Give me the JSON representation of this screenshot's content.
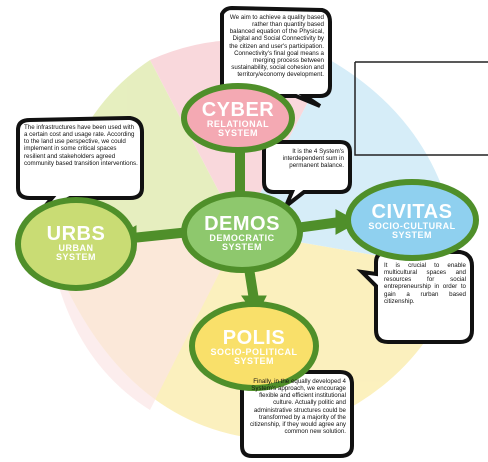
{
  "nodes": {
    "cyber": {
      "title": "CYBER",
      "subtitle1": "RELATIONAL",
      "subtitle2": "SYSTEM"
    },
    "urbs": {
      "title": "URBS",
      "subtitle1": "URBAN",
      "subtitle2": "SYSTEM"
    },
    "demos": {
      "title": "DEMOS",
      "subtitle1": "DEMOCRATIC",
      "subtitle2": "SYSTEM"
    },
    "civitas": {
      "title": "CIVITAS",
      "subtitle1": "SOCIO-CULTURAL",
      "subtitle2": "SYSTEM"
    },
    "polis": {
      "title": "POLIS",
      "subtitle1": "SOCIO-POLITICAL",
      "subtitle2": "SYSTEM"
    }
  },
  "bubbles": {
    "top": "We aim to achieve a quality based rather than quantity based balanced equation of the Physical, Digital and Social Connectivity by the citizen and user's participation. Connectivity's final goal means a merging process between sustainability, social cohesion and territory/economy development.",
    "left": "The infrastructures have been used with a certain cost and usage rate. According to the land use perspective, we could implement in some critical spaces resilient and stakeholders agreed community based transition interventions.",
    "center": "It is the 4 System's interdependent sum in permanent balance.",
    "right": "It is crucial to enable multicultural spaces and resources for social entrepreneurship in order to gain a rurban based citizenship.",
    "bottom": "Finally, in the equally developed 4 System's approach, we encourage flexible and efficient institutional culture. Actually politic and administrative structures could be transformed by a majority of the citizenship, if they would agree any common new solution."
  },
  "colors": {
    "green": "#4f8f2a",
    "pink": "#f2a3ae",
    "yellowgreen": "#c9dc74",
    "yellow": "#f9e06a",
    "blue": "#8fd0ef"
  }
}
